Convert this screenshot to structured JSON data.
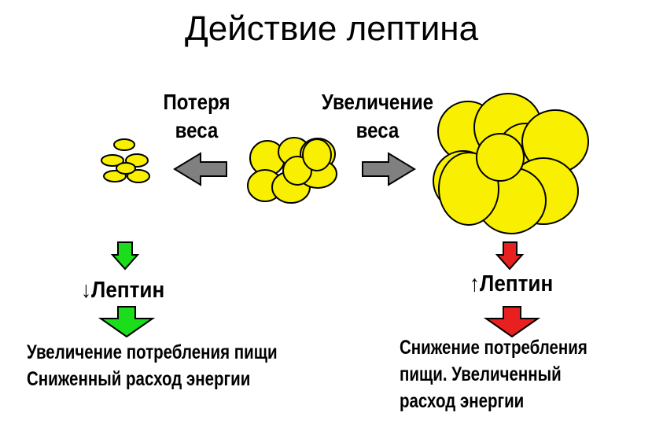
{
  "title": "Действие лептина",
  "left": {
    "label_line1": "Потеря",
    "label_line2": "веса",
    "leptin_arrow": "↓",
    "leptin": "Лептин",
    "effect_line1": "Увеличение потребления пищи",
    "effect_line2": "Сниженный расход энергии",
    "color": "#1bdd1b"
  },
  "right": {
    "label_line1": "Увеличение",
    "label_line2": "веса",
    "leptin_arrow": "↑",
    "leptin": "Лептин",
    "effect_line1": "Снижение потребления",
    "effect_line2": "пищи. Увеличенный",
    "effect_line3": "расход энергии",
    "color": "#e82020"
  },
  "colors": {
    "cell": "#f8f000",
    "cell_outline": "#000000",
    "gray_arrow": "#808080"
  }
}
